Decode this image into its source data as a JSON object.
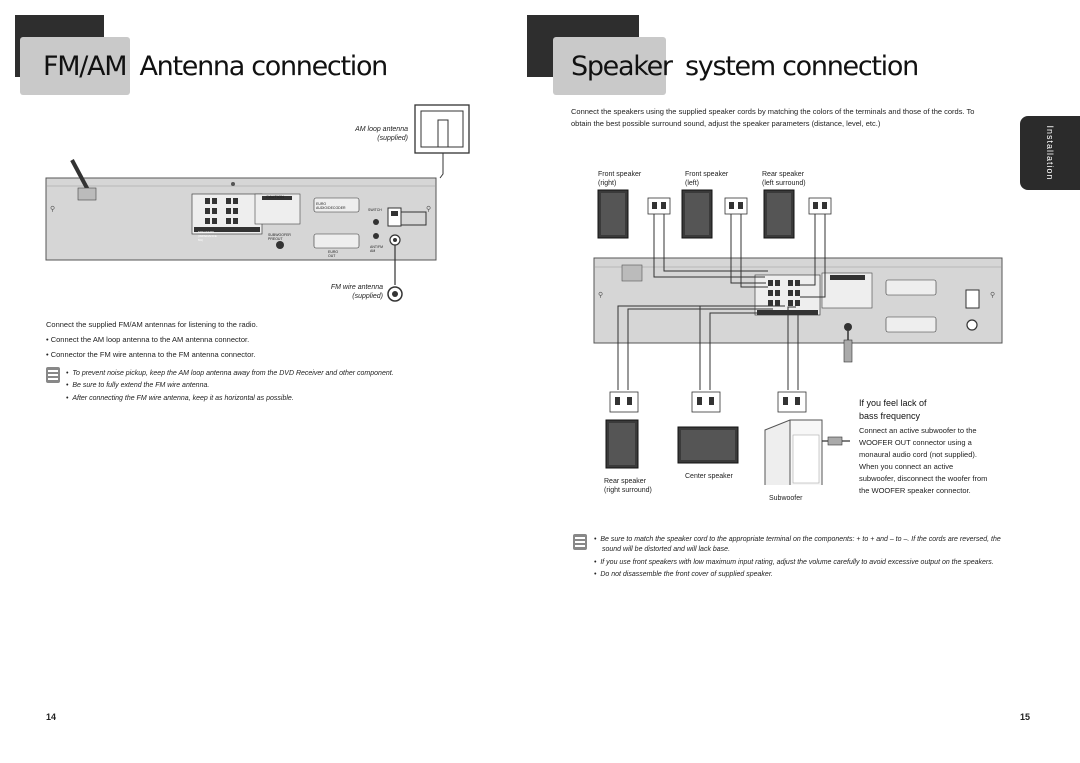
{
  "left": {
    "title_a": "FM/AM",
    "title_b": "Antenna connection",
    "am_label_1": "AM loop antenna",
    "am_label_2": "(supplied)",
    "fm_label_1": "FM wire antenna",
    "fm_label_2": "(supplied)",
    "intro": "Connect the supplied FM/AM antennas for listening to the radio.",
    "bullets": [
      "Connect the AM loop antenna to the AM antenna connector.",
      "Connector the FM wire antenna to the FM antenna connector."
    ],
    "notes": [
      "To prevent noise pickup, keep the AM loop antenna away from the DVD Receiver and other component.",
      "Be sure to fully extend the FM wire antenna.",
      "After connecting the FM wire antenna, keep it as horizontal as possible."
    ],
    "page_number": "14"
  },
  "right": {
    "title_a": "Speaker",
    "title_b": "system connection",
    "intro_1": "Connect the speakers using the supplied speaker cords by matching the colors of the terminals and those of the cords. To",
    "intro_2": "obtain the best possible surround sound, adjust the speaker parameters (distance, level, etc.)",
    "side_tab": "Installation",
    "labels": {
      "front_right_1": "Front speaker",
      "front_right_2": "(right)",
      "front_left_1": "Front speaker",
      "front_left_2": "(left)",
      "rear_left_1": "Rear speaker",
      "rear_left_2": "(left surround)",
      "rear_right_1": "Rear speaker",
      "rear_right_2": "(right surround)",
      "center": "Center speaker",
      "subwoofer": "Subwoofer"
    },
    "bass_heading_1": "If you feel lack of",
    "bass_heading_2": "bass frequency",
    "bass_lines": [
      "Connect an active subwoofer to the",
      "WOOFER OUT connector using a",
      "monaural audio cord (not supplied).",
      "When you connect an active",
      "subwoofer, disconnect the woofer from",
      "the WOOFER speaker connector."
    ],
    "notes": [
      "Be sure to match the speaker cord to the appropriate terminal on the components: + to + and – to –. If the cords are reversed, the",
      "sound will be distorted and will lack base.",
      "If you use front speakers with low maximum input rating, adjust the volume carefully to avoid excessive output on the speakers.",
      "Do not disassemble the front cover of supplied speaker."
    ],
    "page_number": "15"
  },
  "panel_text": {
    "caution": "CAUTION",
    "euro_av": "EURO AUDIO/DECODER",
    "switch": "SWITCH",
    "subwoofer_preout": "SUBWOOFER PREOUT",
    "speakers": "SPEAKERS (IMPEDANCE 6Ω)",
    "euro_out": "EURO OUT",
    "ant": "ANT/FM AM"
  }
}
